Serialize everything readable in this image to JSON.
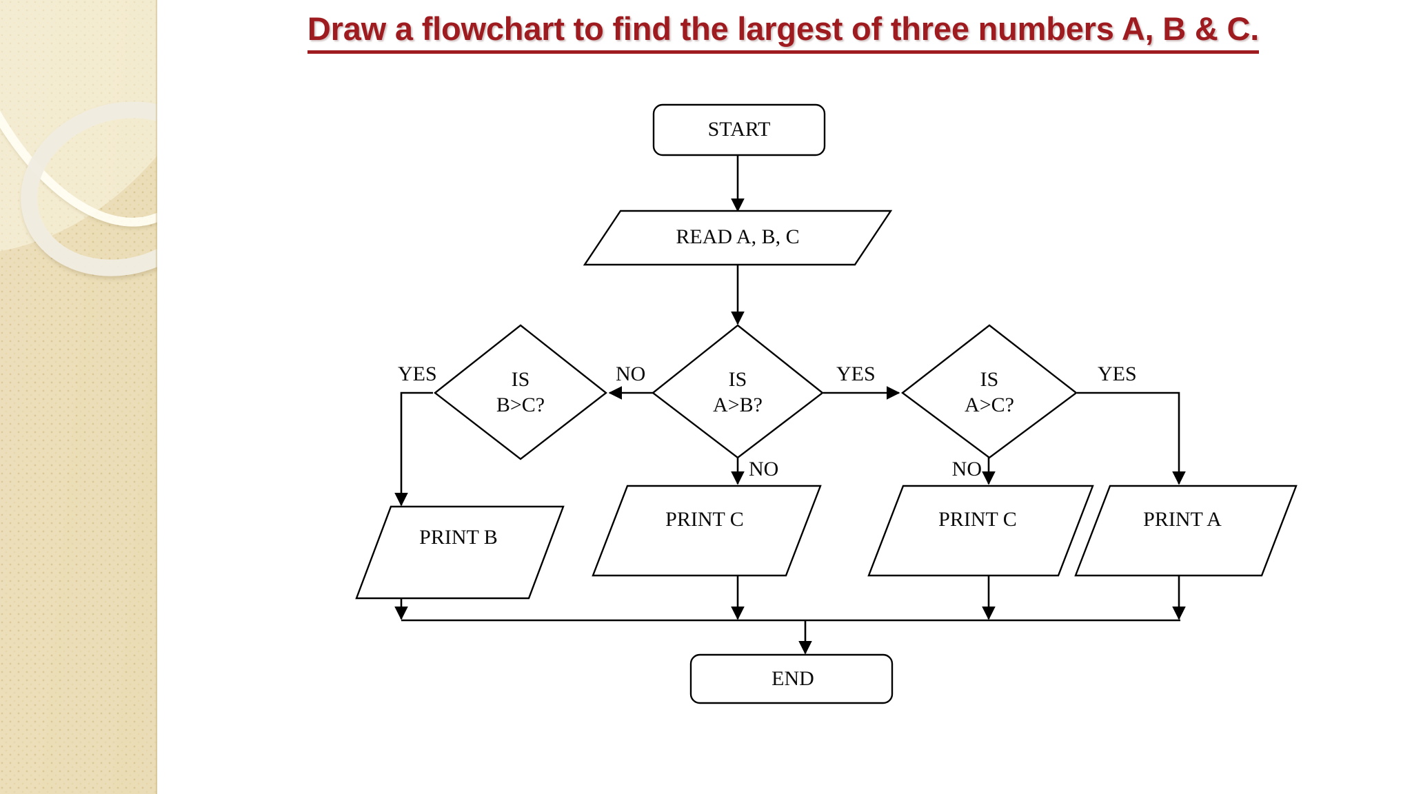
{
  "slide": {
    "title": "Draw a flowchart to find the largest of three numbers A, B & C.",
    "title_color": "#9e1b20",
    "background_color": "#ffffff",
    "sidebar_color": "#f0e6c8"
  },
  "flowchart": {
    "nodes": {
      "start": {
        "label": "START",
        "shape": "terminator"
      },
      "read": {
        "label": "READ A, B, C",
        "shape": "parallelogram"
      },
      "decision_ab": {
        "label_line1": "IS",
        "label_line2": "A>B?",
        "shape": "diamond"
      },
      "decision_bc": {
        "label_line1": "IS",
        "label_line2": "B>C?",
        "shape": "diamond"
      },
      "decision_ac": {
        "label_line1": "IS",
        "label_line2": "A>C?",
        "shape": "diamond"
      },
      "print_b": {
        "label": "PRINT B",
        "shape": "parallelogram"
      },
      "print_c_mid": {
        "label": "PRINT C",
        "shape": "parallelogram"
      },
      "print_c_right": {
        "label": "PRINT C",
        "shape": "parallelogram"
      },
      "print_a": {
        "label": "PRINT A",
        "shape": "parallelogram"
      },
      "end": {
        "label": "END",
        "shape": "terminator"
      }
    },
    "edge_labels": {
      "bc_yes": "YES",
      "ab_no": "NO",
      "ab_yes": "YES",
      "ab_no_down": "NO",
      "ac_no": "NO",
      "ac_yes": "YES"
    }
  }
}
